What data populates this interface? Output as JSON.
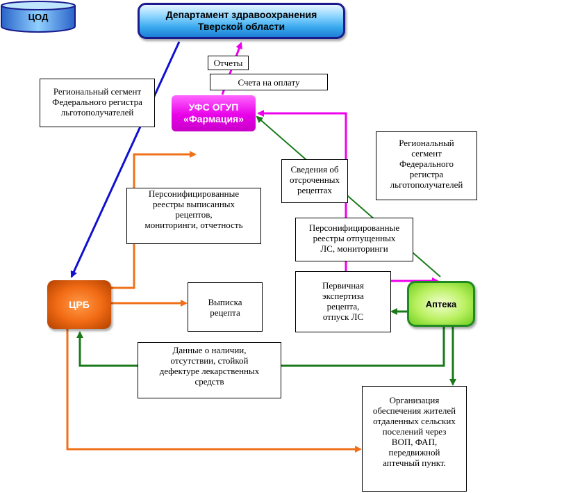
{
  "nodes": {
    "department": "Департамент здравоохранения\nТверской области",
    "ufs": "УФС ОГУП\n«Фармация»",
    "cod": "ЦОД",
    "crb": "ЦРБ",
    "apteka": "Аптека"
  },
  "labels": {
    "reports": "Отчеты",
    "invoices": "Счета на оплату",
    "regional_segment_left": "Региональный сегмент\nФедерального регистра\nльготополучателей",
    "regional_segment_right": "Региональный\nсегмент\nФедерального\nрегистра\nльготополучателей",
    "deferred_prescriptions": "Сведения об\nотсроченных\nрецептах",
    "personalized_registers_issued": "Персонифицированные\nреестры выписанных\nрецептов,\nмониторинги, отчетность",
    "personalized_registers_dispensed": "Персонифицированные\nреестры отпущенных\nЛС, мониторинги",
    "primary_expertise": "Первичная\nэкспертиза\nрецепта,\nотпуск ЛС",
    "prescription_issue": "Выписка\nрецепта",
    "stock_data": "Данные о наличии,\nотсутствии, стойкой\nдефектуре лекарственных\nсредств",
    "rural_supply": "Организация\nобеспечения жителей\nотдаленных сельских\nпоселений через\nВОП, ФАП,\nпередвижной\nаптечный пункт."
  },
  "colors": {
    "blue_flow": "#1010d0",
    "magenta_flow": "#ee00ee",
    "orange_flow": "#f07018",
    "green_flow": "#1a7a1a"
  }
}
